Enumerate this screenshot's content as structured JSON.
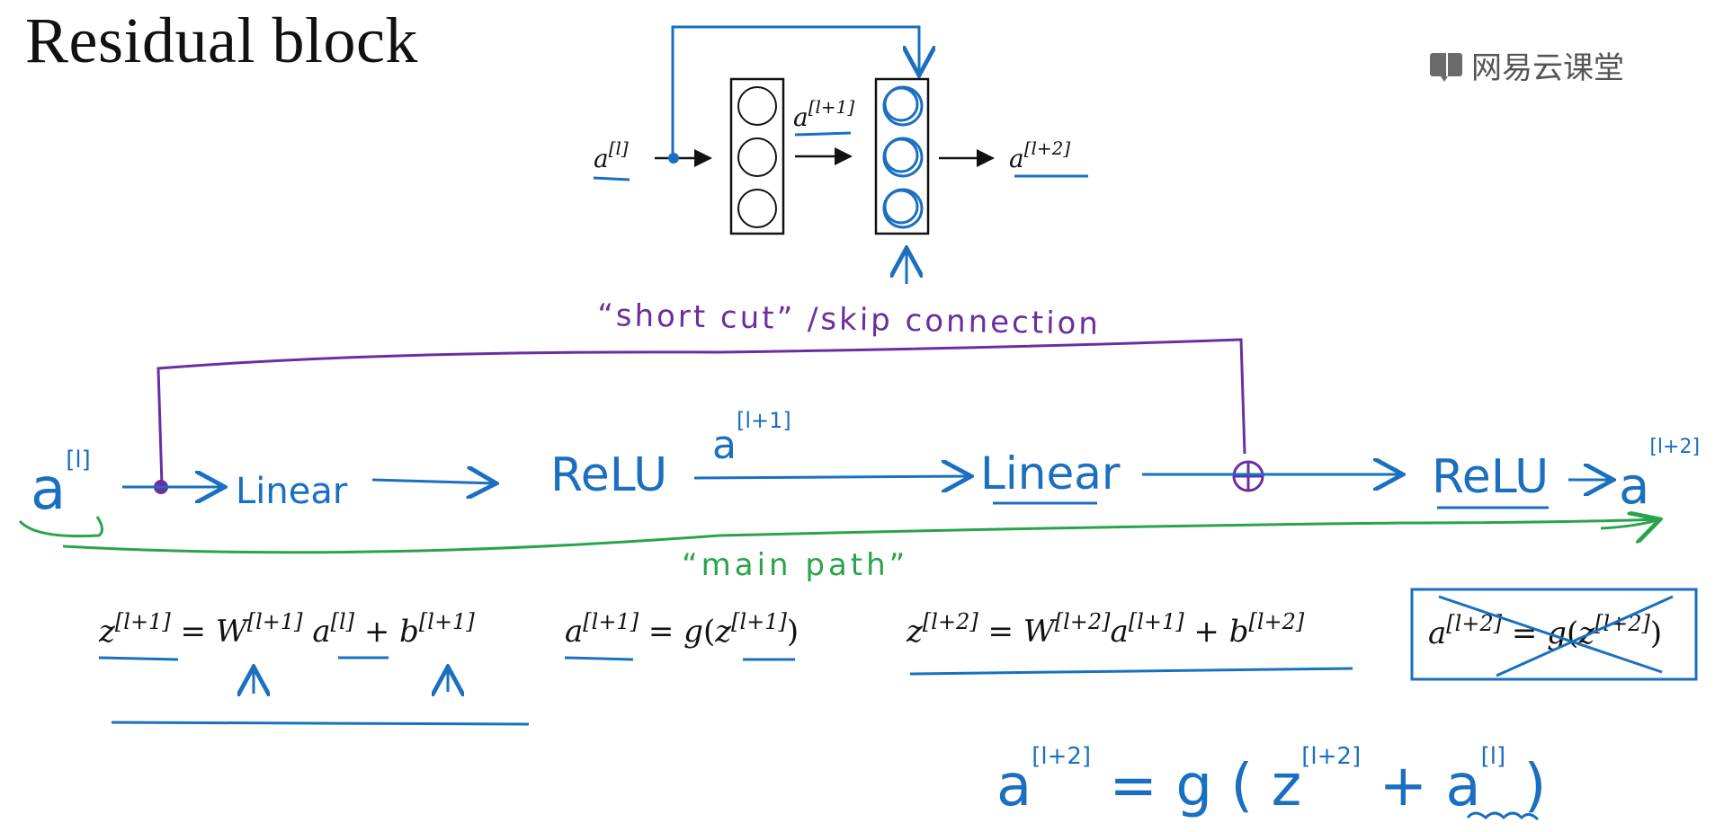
{
  "title": "Residual block",
  "watermark": {
    "text": "网易云课堂",
    "icon": "book-icon"
  },
  "colors": {
    "blue": "#1a6fc0",
    "purple": "#6b2ea0",
    "green": "#2aa34a",
    "ink": "#111111"
  },
  "top_diagram": {
    "input": "a[l]",
    "middle": "a[l+1]",
    "output": "a[l+2]"
  },
  "shortcut_caption": "“short cut” /skip connection",
  "main_path": {
    "input": "a[l]",
    "steps": [
      "Linear",
      "ReLU",
      "Linear",
      "ReLU"
    ],
    "mid_activation": "a[l+1]",
    "output": "a[l+2]",
    "caption": "“main path”"
  },
  "equations": {
    "eq1": "z[l+1] = W[l+1] a[l] + b[l+1]",
    "eq2": "a[l+1] = g(z[l+1])",
    "eq3": "z[l+2] = W[l+2]a[l+1] + b[l+2]",
    "eq4": "a[l+2] = g(z[l+2])"
  },
  "residual_equation": "a[l+2] = g( z[l+2] + a[l] )"
}
